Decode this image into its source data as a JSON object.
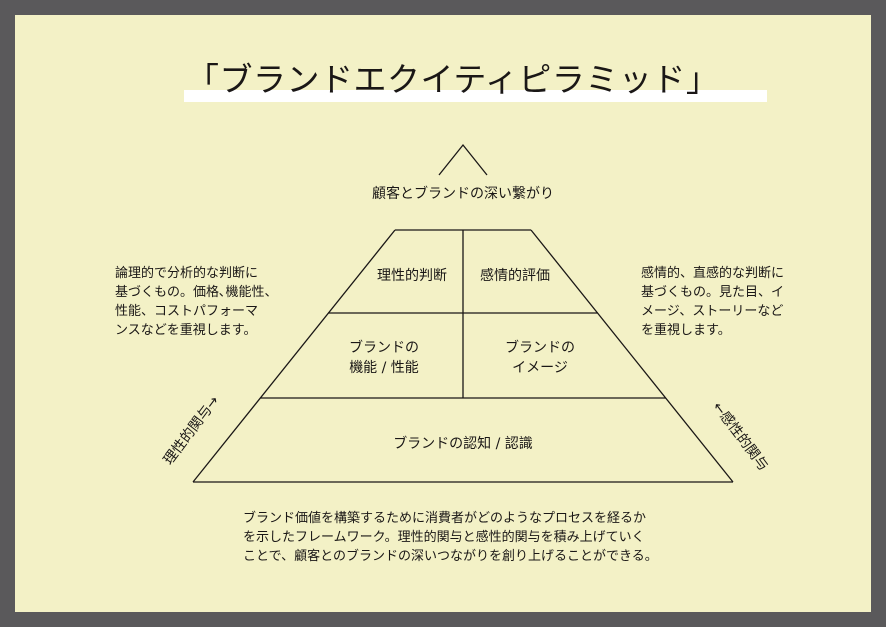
{
  "title": "「ブランドエクイティピラミッド」",
  "pyramid": {
    "top": "顧客とブランドの深い繋がり",
    "rational_judgement": "理性的判断",
    "emotional_evaluation": "感情的評価",
    "brand_performance": [
      "ブランドの",
      "機能 / 性能"
    ],
    "brand_imagery": [
      "ブランドの",
      "イメージ"
    ],
    "base": "ブランドの認知 / 認識"
  },
  "left_note": "論理的で分析的な判断に\n基づくもの。価格､機能性、\n性能、コストパフォーマ\nンスなどを重視します。",
  "right_note": "感情的、直感的な判断に\n基づくもの。見た目、イ\nメージ、ストーリーなど\nを重視します。",
  "left_axis": "理性的関与→",
  "right_axis": "←感性的関与",
  "description": "ブランド価値を構築するために消費者がどのようなプロセスを経るか\nを示したフレームワーク。理性的関与と感性的関与を積み上げていく\nことで、顧客とのブランドの深いつながりを創り上げることができる。",
  "colors": {
    "frame": "#5a595b",
    "background": "#f3f1c6",
    "highlight": "#ffffff",
    "ink": "#1a1716"
  }
}
